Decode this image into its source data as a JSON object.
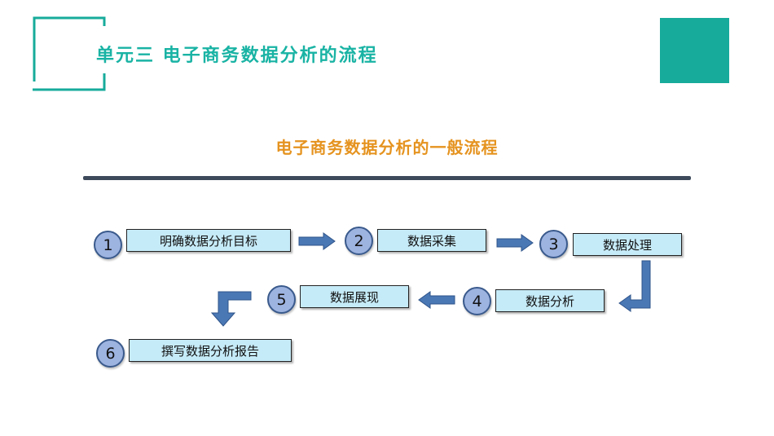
{
  "header": {
    "title": "单元三  电子商务数据分析的流程"
  },
  "subtitle": "电子商务数据分析的一般流程",
  "colors": {
    "accent": "#17ab9b",
    "subtitle": "#e5931f",
    "divider": "#3d4a5b",
    "box_fill": "#c6ebf8",
    "circle_fill": "#9db3e0",
    "arrow": "#4a78b5"
  },
  "steps": [
    {
      "number": "1",
      "label": "明确数据分析目标"
    },
    {
      "number": "2",
      "label": "数据采集"
    },
    {
      "number": "3",
      "label": "数据处理"
    },
    {
      "number": "4",
      "label": "数据分析"
    },
    {
      "number": "5",
      "label": "数据展现"
    },
    {
      "number": "6",
      "label": "撰写数据分析报告"
    }
  ]
}
